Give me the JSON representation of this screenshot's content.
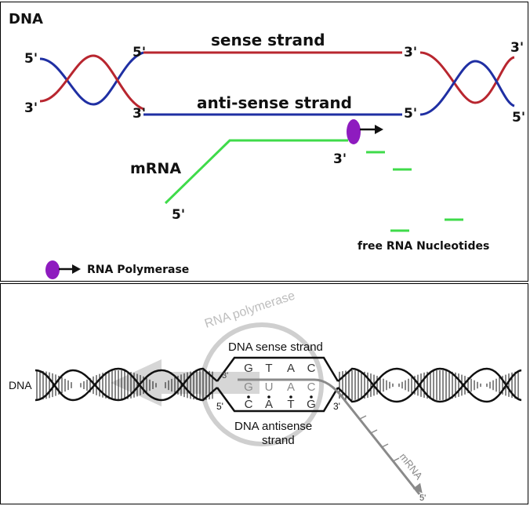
{
  "top": {
    "title": "DNA",
    "sense_label": "sense strand",
    "antisense_label": "anti-sense strand",
    "mrna_label": "mRNA",
    "free_label": "free RNA Nucleotides",
    "legend_label": "RNA Polymerase",
    "end_labels": {
      "left_top_5": "5'",
      "left_bottom_3": "3'",
      "sense_left_5": "5'",
      "sense_right_3": "3'",
      "anti_left_3": "3'",
      "anti_right_5": "5'",
      "right_top_3": "3'",
      "right_bottom_5": "5'",
      "mrna_3": "3'",
      "mrna_5": "5'"
    },
    "colors": {
      "sense": "#b8262f",
      "antisense": "#1f2fa3",
      "mrna": "#3fdb4a",
      "polymerase": "#8e1bbf"
    }
  },
  "bottom": {
    "dna_label": "DNA",
    "polymerase_label": "RNA polymerase",
    "sense_label": "DNA sense strand",
    "antisense_label_1": "DNA antisense",
    "antisense_label_2": "strand",
    "mrna_label": "mRNA",
    "sense_bases": [
      "G",
      "T",
      "A",
      "C"
    ],
    "rna_bases": [
      "G",
      "U",
      "A",
      "C"
    ],
    "antisense_bases": [
      "C",
      "A",
      "T",
      "G"
    ],
    "end_labels": {
      "rna_3": "3'",
      "anti_5": "5'",
      "anti_3": "3'",
      "mrna_5": "5'"
    }
  }
}
